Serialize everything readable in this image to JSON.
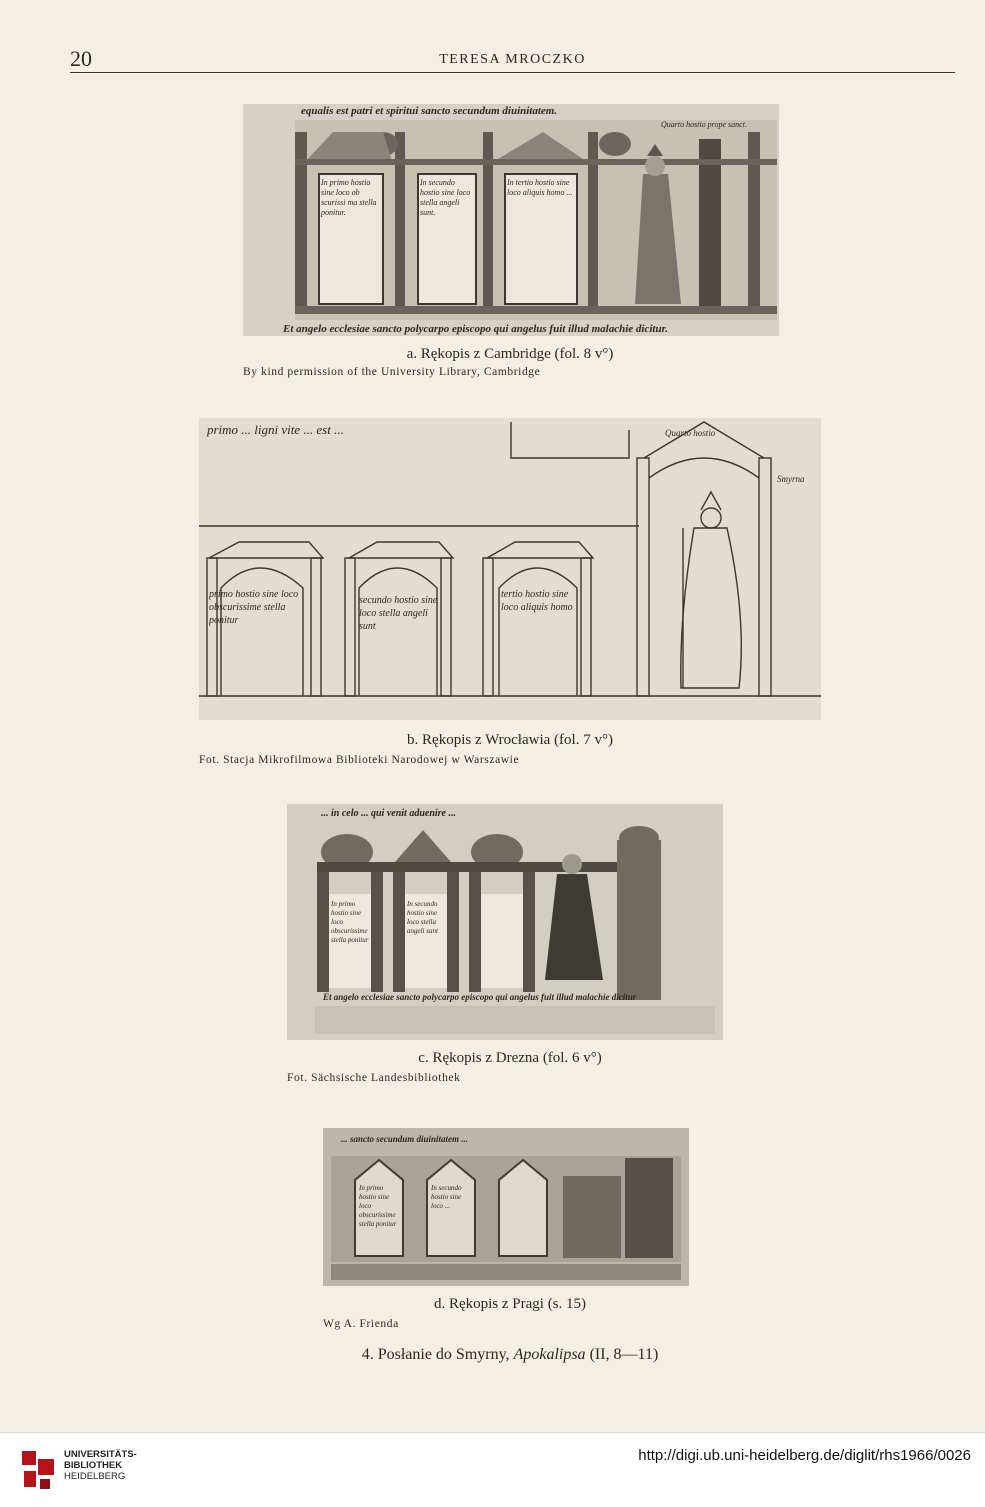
{
  "running_head": {
    "page_number": "20",
    "title": "TERESA MROCZKO"
  },
  "figures": [
    {
      "id": "a",
      "ms_lines": [
        "equalis est patri et spiritui sancto secundum diuinitatem.",
        "Quarto hostio prope sanct.",
        "In primo hostio sine loco ob scurissi ma stella ponitur.",
        "In secundo hostio sine loco stella angeli sunt.",
        "In tertio hostio sine loco aliquis homo ...",
        "Et angelo ecclesiae sancto polycarpo episcopo qui angelus fuit illud malachie dicitur."
      ],
      "caption": "a. Rękopis z Cambridge (fol. 8 v°)",
      "credit": "By kind permission of the University Library, Cambridge"
    },
    {
      "id": "b",
      "ms_lines": [
        "primo ... ligni vite ... est ...",
        "Quarto hostio",
        "Smyrna",
        "primo hostio sine loco obscurissime stella ponitur",
        "secundo hostio sine loco stella angeli sunt",
        "tertio hostio sine loco aliquis homo"
      ],
      "caption": "b. Rękopis z Wrocławia (fol. 7 v°)",
      "credit": "Fot. Stacja Mikrofilmowa Biblioteki Narodowej w Warszawie"
    },
    {
      "id": "c",
      "ms_lines": [
        "... in celo ... qui venit aduenire ...",
        "In primo hostio sine loco obscurissime stella ponitur",
        "In secundo hostio sine loco stella angeli sunt",
        "Et angelo ecclesiae sancto polycarpo episcopo qui angelus fuit illud malachie dicitur"
      ],
      "caption": "c. Rękopis z Drezna (fol. 6 v°)",
      "credit": "Fot. Sächsische Landesbibliothek"
    },
    {
      "id": "d",
      "ms_lines": [
        "... sancto secundum diuinitatem ...",
        "In primo hostio sine loco obscurissime stella ponitur",
        "In secundo hostio sine loco ..."
      ],
      "caption": "d. Rękopis z Pragi (s. 15)",
      "credit": "Wg A. Frienda"
    }
  ],
  "main_caption": {
    "number": "4.",
    "text": "Posłanie do Smyrny,",
    "italic": "Apokalipsa",
    "ref": "(II, 8—11)"
  },
  "footer": {
    "logo_lines": [
      "UNIVERSITÄTS-",
      "BIBLIOTHEK",
      "HEIDELBERG"
    ],
    "url": "http://digi.ub.uni-heidelberg.de/diglit/rhs1966/0026"
  },
  "colors": {
    "paper": "#f3efe4",
    "plate_bg": "#d9d4c8",
    "ink": "#2a2722",
    "logo_red": "#b5121b"
  }
}
